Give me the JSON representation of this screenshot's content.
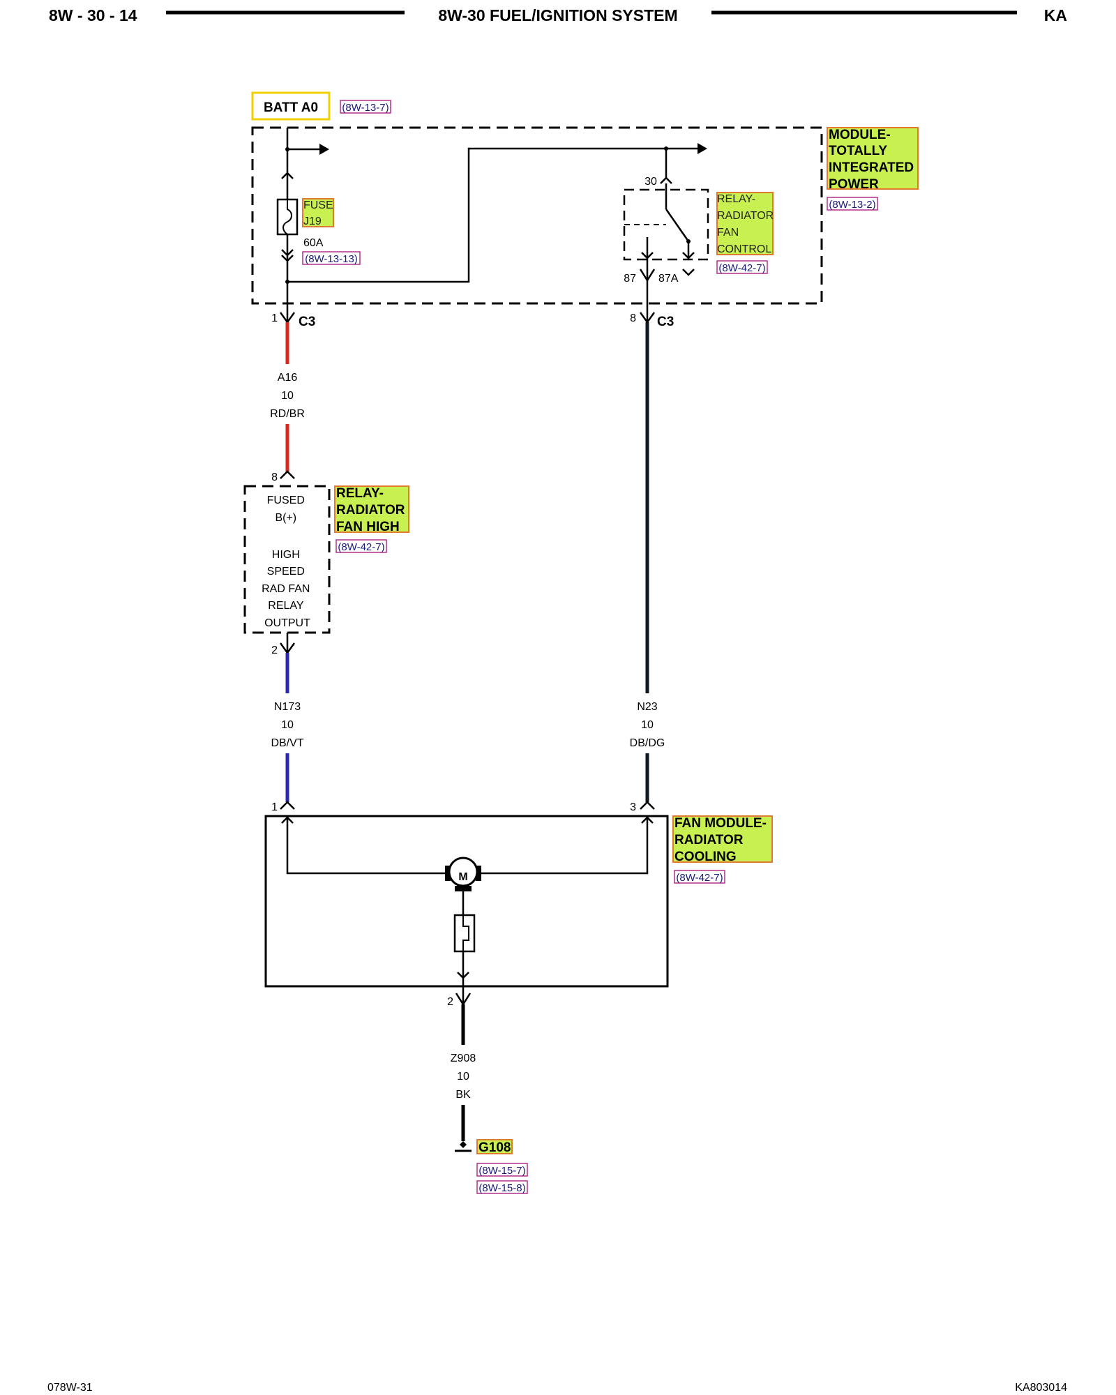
{
  "header": {
    "page_id": "8W - 30 - 14",
    "title": "8W-30 FUEL/IGNITION SYSTEM",
    "model": "KA"
  },
  "footer": {
    "left_code": "078W-31",
    "right_code": "KA803014"
  },
  "power_source": {
    "label": "BATT A0",
    "ref": "(8W-13-7)"
  },
  "module_tipm": {
    "name_lines": [
      "MODULE-",
      "TOTALLY",
      "INTEGRATED",
      "POWER"
    ],
    "ref": "(8W-13-2)",
    "fuse": {
      "name_lines": [
        "FUSE",
        "J19"
      ],
      "rating": "60A",
      "ref": "(8W-13-13)"
    },
    "relay": {
      "name_lines": [
        "RELAY-",
        "RADIATOR",
        "FAN",
        "CONTROL"
      ],
      "ref": "(8W-42-7)",
      "pin_30": "30",
      "pin_87": "87",
      "pin_87a": "87A"
    },
    "left_conn": {
      "pin": "1",
      "name": "C3"
    },
    "right_conn": {
      "pin": "8",
      "name": "C3"
    }
  },
  "wires": {
    "a16": {
      "circuit": "A16",
      "gauge": "10",
      "color": "RD/BR"
    },
    "n173": {
      "circuit": "N173",
      "gauge": "10",
      "color": "DB/VT"
    },
    "n23": {
      "circuit": "N23",
      "gauge": "10",
      "color": "DB/DG"
    },
    "z908": {
      "circuit": "Z908",
      "gauge": "10",
      "color": "BK"
    }
  },
  "relay_fan_high": {
    "name_lines": [
      "RELAY-",
      "RADIATOR",
      "FAN HIGH"
    ],
    "ref": "(8W-42-7)",
    "pin_in": "8",
    "pin_out": "2",
    "inner_lines": [
      "FUSED",
      "B(+)",
      "",
      "HIGH",
      "SPEED",
      "RAD FAN",
      "RELAY",
      "OUTPUT"
    ]
  },
  "fan_module": {
    "name_lines": [
      "FAN MODULE-",
      "RADIATOR",
      "COOLING"
    ],
    "ref": "(8W-42-7)",
    "pin_left": "1",
    "pin_right": "3",
    "pin_ground": "2",
    "motor_label": "M"
  },
  "ground": {
    "name": "G108",
    "refs": [
      "(8W-15-7)",
      "(8W-15-8)"
    ]
  },
  "colors": {
    "highlight_fill": "#c8f050",
    "highlight_border": "#e07a30",
    "batt_border": "#f0d000",
    "wire_red": "#d22a1e",
    "wire_blue": "#2a2aa8",
    "wire_dark": "#101820",
    "ref_border": "#b0308a"
  }
}
